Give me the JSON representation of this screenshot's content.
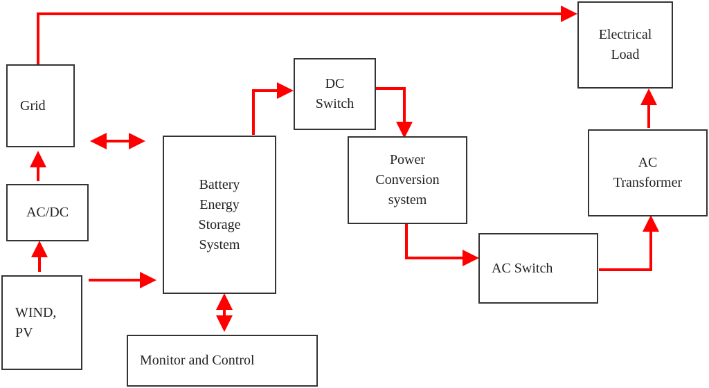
{
  "colors": {
    "arrow": "#ff0000",
    "box_border": "#333333",
    "text": "#222222"
  },
  "nodes": {
    "grid": {
      "lines": [
        "Grid"
      ]
    },
    "acdc": {
      "lines": [
        "AC/DC"
      ]
    },
    "wind_pv": {
      "lines": [
        "WIND,",
        "PV"
      ]
    },
    "bess": {
      "lines": [
        "Battery",
        "Energy",
        "Storage",
        "System"
      ]
    },
    "monitor": {
      "lines": [
        "Monitor and Control"
      ]
    },
    "dc_switch": {
      "lines": [
        "DC",
        "Switch"
      ]
    },
    "pcs": {
      "lines": [
        "Power",
        "Conversion",
        "system"
      ]
    },
    "ac_switch": {
      "lines": [
        "AC Switch"
      ]
    },
    "ac_transformer": {
      "lines": [
        "AC",
        "Transformer"
      ]
    },
    "electrical_load": {
      "lines": [
        "Electrical",
        "Load"
      ]
    }
  },
  "edges": [
    {
      "from": "grid",
      "to": "electrical_load",
      "direction": "forward"
    },
    {
      "from": "acdc",
      "to": "grid",
      "direction": "forward"
    },
    {
      "from": "wind_pv",
      "to": "acdc",
      "direction": "forward"
    },
    {
      "from": "wind_pv",
      "to": "bess",
      "direction": "forward"
    },
    {
      "from": "grid",
      "to": "bess",
      "direction": "bidirectional"
    },
    {
      "from": "bess",
      "to": "monitor",
      "direction": "bidirectional"
    },
    {
      "from": "bess",
      "to": "dc_switch",
      "direction": "forward"
    },
    {
      "from": "dc_switch",
      "to": "pcs",
      "direction": "forward"
    },
    {
      "from": "pcs",
      "to": "ac_switch",
      "direction": "forward"
    },
    {
      "from": "ac_switch",
      "to": "ac_transformer",
      "direction": "forward"
    },
    {
      "from": "ac_transformer",
      "to": "electrical_load",
      "direction": "forward"
    }
  ]
}
